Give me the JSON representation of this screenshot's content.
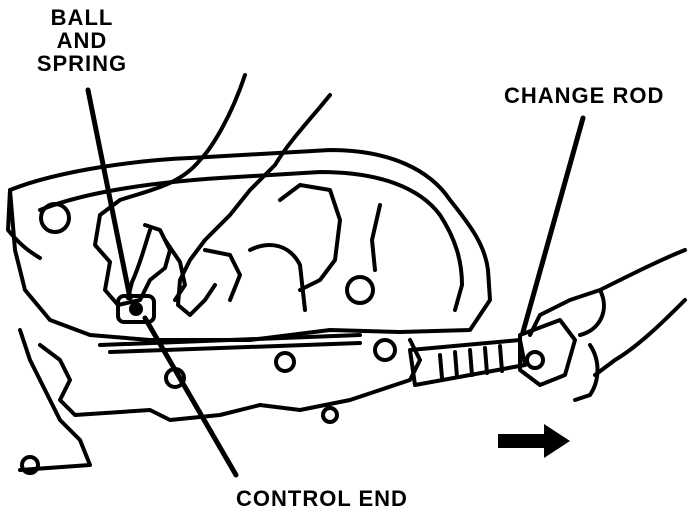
{
  "labels": {
    "ball_and_spring": [
      "BALL",
      "AND",
      "SPRING"
    ],
    "change_rod": "CHANGE ROD",
    "control_end": "CONTROL END"
  },
  "colors": {
    "ink": "#000000",
    "paper": "#ffffff"
  },
  "icons": {
    "direction": "right-arrow-icon"
  }
}
